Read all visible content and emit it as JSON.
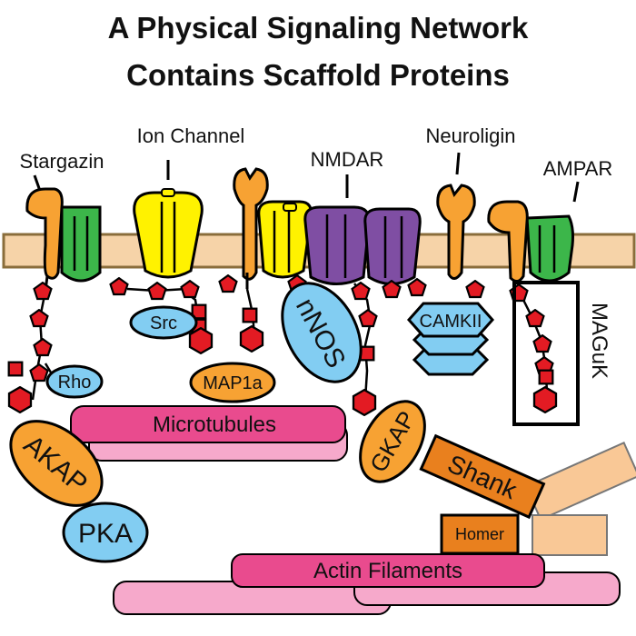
{
  "title": {
    "line1": "A Physical Signaling Network",
    "line2": "Contains Scaffold Proteins"
  },
  "labels": {
    "stargazin": "Stargazin",
    "ion_channel": "Ion Channel",
    "nmdar": "NMDAR",
    "neuroligin": "Neuroligin",
    "ampar": "AMPAR"
  },
  "proteins": {
    "src": "Src",
    "rho": "Rho",
    "map1a": "MAP1a",
    "nnos": "nNOS",
    "camkii": "CAMKII",
    "maguk": "MAGuK",
    "akap": "AKAP",
    "pka": "PKA",
    "gkap": "GKAP",
    "shank": "Shank",
    "homer": "Homer"
  },
  "cytoskeleton": {
    "microtubules": "Microtubules",
    "actin": "Actin Filaments"
  },
  "colors": {
    "membrane": "#f6d3a8",
    "orange": "#f7a233",
    "yellow": "#fff200",
    "green": "#3cb64a",
    "purple": "#7f4ea3",
    "blue": "#82cdf2",
    "pink": "#e94b8e",
    "light_pink": "#f6a9cb",
    "red": "#e31b23",
    "shank": "#e9801e",
    "light_orange": "#f9c896"
  }
}
